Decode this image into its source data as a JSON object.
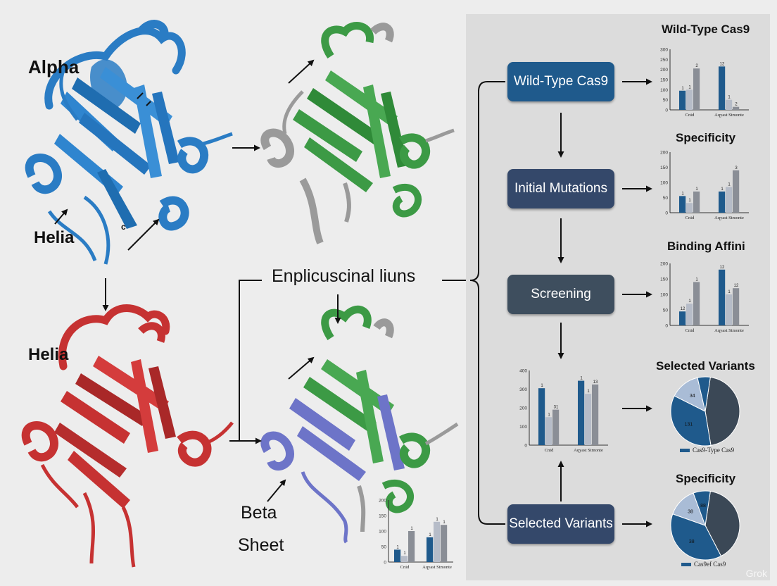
{
  "left_labels": {
    "alpha": "Alpha",
    "helia_top": "Helia",
    "helia_bottom": "Helia",
    "beta_line1": "Beta",
    "beta_line2": "Sheet",
    "center_caption": "Enplicuscinal liuns"
  },
  "structure_annotations": {
    "c_small": "c"
  },
  "flow": {
    "wild_type": "Wild-Type Cas9",
    "initial_mutations": "Initial Mutations",
    "screening": "Screening",
    "selected_variants": "Selected Variants"
  },
  "right_titles": {
    "wild_type": "Wild-Type Cas9",
    "specificity_1": "Specificity",
    "binding": "Binding Affini",
    "selected_variants": "Selected Variants",
    "specificity_2": "Specificity"
  },
  "legends": {
    "pie1": "Cas9-Type Cas9",
    "pie2": "Cas9ef Cas9"
  },
  "watermark": "Grok",
  "colors": {
    "blue_protein": "#2a7cc4",
    "red_protein": "#c63232",
    "green_protein": "#3c9a45",
    "gray_protein": "#9a9a9a",
    "purple_protein": "#6d74c8",
    "bar_blue": "#1f5a8c",
    "bar_light": "#b6bcc8",
    "bar_gray": "#8a8e96",
    "pie_dark": "#3b4856",
    "pie_blue": "#1f5a8c",
    "pie_light": "#a9bcd6"
  },
  "chart_data": [
    {
      "id": "chart-wildtype",
      "type": "bar",
      "title": "Wild-Type Cas9",
      "categories": [
        "Cnid",
        "Aqyast Stmonte"
      ],
      "ylim": [
        0,
        300
      ],
      "yticks": [
        "0",
        "50",
        "100",
        "150",
        "200",
        "250",
        "300"
      ],
      "series": [
        {
          "values": [
            95,
            215
          ],
          "data_labels": [
            "1",
            "12"
          ]
        },
        {
          "values": [
            100,
            50
          ],
          "data_labels": [
            "1",
            "1"
          ]
        },
        {
          "values": [
            205,
            15
          ],
          "data_labels": [
            "2",
            "2"
          ]
        }
      ]
    },
    {
      "id": "chart-specificity",
      "type": "bar",
      "title": "Specificity",
      "categories": [
        "Cnid",
        "Aqyast Stmonte"
      ],
      "ylim": [
        0,
        200
      ],
      "yticks": [
        "0",
        "50",
        "100",
        "150",
        "200"
      ],
      "series": [
        {
          "values": [
            55,
            70
          ],
          "data_labels": [
            "1",
            "1"
          ]
        },
        {
          "values": [
            32,
            85
          ],
          "data_labels": [
            "1",
            "1"
          ]
        },
        {
          "values": [
            70,
            140
          ],
          "data_labels": [
            "1",
            "3"
          ]
        }
      ]
    },
    {
      "id": "chart-binding",
      "type": "bar",
      "title": "Binding Affini",
      "categories": [
        "Cnid",
        "Aqyast Stmonte"
      ],
      "ylim": [
        0,
        200
      ],
      "yticks": [
        "0",
        "50",
        "100",
        "150",
        "200"
      ],
      "series": [
        {
          "values": [
            45,
            180
          ],
          "data_labels": [
            "12",
            "12"
          ]
        },
        {
          "values": [
            70,
            100
          ],
          "data_labels": [
            "1",
            "1"
          ]
        },
        {
          "values": [
            140,
            120
          ],
          "data_labels": [
            "1",
            "12"
          ]
        }
      ]
    },
    {
      "id": "chart-center",
      "type": "bar",
      "categories": [
        "Cnid",
        "Aqyast Stmonte"
      ],
      "ylim": [
        0,
        400
      ],
      "yticks": [
        "0",
        "100",
        "200",
        "300",
        "400"
      ],
      "series": [
        {
          "values": [
            305,
            345
          ],
          "data_labels": [
            "1",
            "1"
          ]
        },
        {
          "values": [
            150,
            275
          ],
          "data_labels": [
            "1",
            "1"
          ]
        },
        {
          "values": [
            190,
            325
          ],
          "data_labels": [
            "31",
            "13"
          ]
        }
      ]
    },
    {
      "id": "chart-bottom",
      "type": "bar",
      "categories": [
        "Cnid",
        "Aqyast Stmonte"
      ],
      "ylim": [
        0,
        200
      ],
      "yticks": [
        "0",
        "50",
        "100",
        "150",
        "200"
      ],
      "series": [
        {
          "values": [
            40,
            80
          ],
          "data_labels": [
            "1",
            "1"
          ]
        },
        {
          "values": [
            20,
            130
          ],
          "data_labels": [
            "1",
            "1"
          ]
        },
        {
          "values": [
            100,
            120
          ],
          "data_labels": [
            "1",
            "1"
          ]
        }
      ]
    },
    {
      "id": "pie-selected",
      "type": "pie",
      "title": "Selected Variants",
      "slices": [
        {
          "value": 45,
          "label": "",
          "color": "#3b4856"
        },
        {
          "value": 35,
          "label": "131",
          "color": "#1f5a8c"
        },
        {
          "value": 14,
          "label": "34",
          "color": "#a9bcd6"
        },
        {
          "value": 6,
          "label": "",
          "color": "#1f5a8c"
        }
      ]
    },
    {
      "id": "pie-specificity",
      "type": "pie",
      "title": "Specificity",
      "slices": [
        {
          "value": 40,
          "label": "",
          "color": "#3b4856"
        },
        {
          "value": 38,
          "label": "38",
          "color": "#1f5a8c"
        },
        {
          "value": 14,
          "label": "38",
          "color": "#a9bcd6"
        },
        {
          "value": 8,
          "label": "88",
          "color": "#1f5a8c"
        }
      ]
    }
  ]
}
